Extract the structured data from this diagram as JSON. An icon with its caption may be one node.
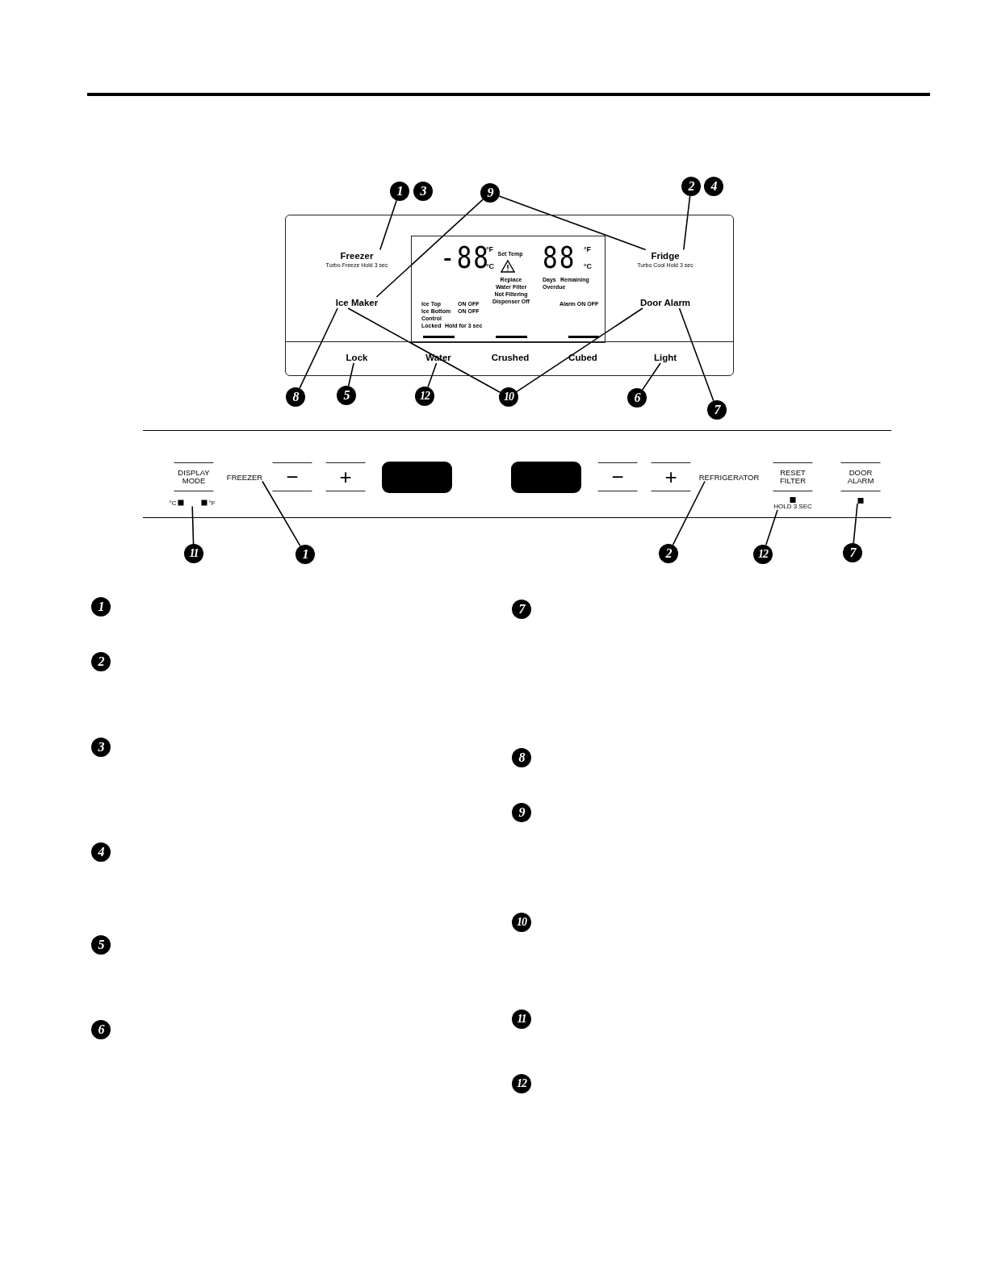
{
  "diagram": {
    "nodes": [
      {
        "text": [
          "1"
        ]
      },
      {
        "text": [
          "9"
        ]
      },
      {
        "text": [
          "2"
        ]
      },
      {
        "text": [],
        "shape": "box"
      },
      {
        "text": [
          "Freezer",
          "Turbo Freeze Hold 3 sec"
        ],
        "in": 3
      },
      {
        "text": [
          "-88",
          "°F",
          "°C",
          "Set Temp",
          "Replace",
          "Water Filter",
          "Not Filtering",
          "Dispenser Off",
          "88",
          "°F",
          "°C",
          "Days",
          "Remaining",
          "Overdue",
          "Ice Top",
          "ON OFF",
          "Ice Bottom",
          "ON OFF",
          "Control",
          "Locked",
          "Hold for 3 sec",
          "Alarm ON OFF"
        ],
        "in": 3
      },
      {
        "text": [
          "Fridge",
          "Turbo Cool Hold 3 sec"
        ],
        "in": 3
      },
      {
        "text": [
          "Ice Maker"
        ],
        "in": 3
      },
      {
        "text": [
          "Door Alarm"
        ],
        "in": 3
      },
      {
        "text": [
          "Lock"
        ],
        "in": 3
      },
      {
        "text": [
          "Water"
        ],
        "in": 3
      },
      {
        "text": [
          "Crushed"
        ],
        "in": 3
      },
      {
        "text": [
          "Cubed"
        ],
        "in": 3
      },
      {
        "text": [
          "Light"
        ],
        "in": 3
      },
      {
        "text": [
          "8"
        ]
      },
      {
        "text": [
          "5"
        ]
      },
      {
        "text": [
          "12"
        ]
      },
      {
        "text": [
          "10"
        ]
      },
      {
        "text": [
          "6"
        ]
      },
      {
        "text": [
          "7"
        ]
      },
      {
        "text": [
          "DISPLAY MODE"
        ]
      },
      {
        "text": [
          "°C",
          "°F"
        ]
      },
      {
        "text": [
          "FREEZER"
        ]
      },
      {
        "text": [],
        "shape": "box"
      },
      {
        "text": [],
        "shape": "box"
      },
      {
        "text": [
          "REFRIGERATOR"
        ]
      },
      {
        "text": [
          "RESET FILTER",
          "HOLD 3 SEC"
        ]
      },
      {
        "text": [
          "DOOR ALARM"
        ]
      },
      {
        "text": [
          "11"
        ]
      },
      {
        "text": [
          "1"
        ]
      },
      {
        "text": [
          "2"
        ]
      },
      {
        "text": [
          "12"
        ]
      },
      {
        "text": [
          "7"
        ]
      },
      {
        "text": [
          "3"
        ]
      },
      {
        "text": [
          "4"
        ]
      },
      {
        "text": [
          "1"
        ]
      },
      {
        "text": [
          "2"
        ]
      },
      {
        "text": [
          "3"
        ]
      },
      {
        "text": [
          "4"
        ]
      },
      {
        "text": [
          "5"
        ]
      },
      {
        "text": [
          "6"
        ]
      },
      {
        "text": [
          "7"
        ]
      },
      {
        "text": [
          "8"
        ]
      },
      {
        "text": [
          "9"
        ]
      },
      {
        "text": [
          "10"
        ]
      },
      {
        "text": [
          "11"
        ]
      },
      {
        "text": [
          "12"
        ]
      }
    ],
    "edges": [
      {
        "from": 0,
        "to": 4,
        "arrow": "none"
      },
      {
        "from": 1,
        "to": 7,
        "arrow": "none"
      },
      {
        "from": 1,
        "to": 6,
        "arrow": "none"
      },
      {
        "from": 2,
        "to": 6,
        "arrow": "none"
      },
      {
        "from": 14,
        "to": 7,
        "arrow": "none"
      },
      {
        "from": 15,
        "to": 9,
        "arrow": "none"
      },
      {
        "from": 16,
        "to": 10,
        "arrow": "none"
      },
      {
        "from": 17,
        "to": 7,
        "arrow": "none"
      },
      {
        "from": 17,
        "to": 8,
        "arrow": "none"
      },
      {
        "from": 18,
        "to": 13,
        "arrow": "none"
      },
      {
        "from": 19,
        "to": 8,
        "arrow": "none"
      },
      {
        "from": 28,
        "to": 21,
        "arrow": "none"
      },
      {
        "from": 29,
        "to": 22,
        "arrow": "none"
      },
      {
        "from": 30,
        "to": 25,
        "arrow": "none"
      },
      {
        "from": 31,
        "to": 26,
        "arrow": "none"
      },
      {
        "from": 32,
        "to": 27,
        "arrow": "none"
      }
    ],
    "labels": [
      "−",
      "+",
      "−",
      "+"
    ]
  }
}
